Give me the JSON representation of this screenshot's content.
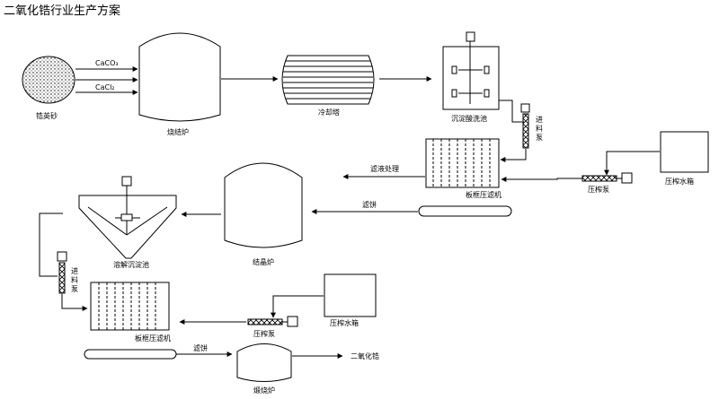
{
  "title": "二氧化锆行业生产方案",
  "labels": {
    "zircon_sand": "锆英砂",
    "caco3": "CaCO₃",
    "cacl2": "CaCl₂",
    "furnace": "烧结炉",
    "cooling_tower": "冷却塔",
    "acid_wash_tank": "沉淀酸洗池",
    "filter_press_1": "板框压滤机",
    "filtrate_treatment": "滤液处理",
    "filter_cake_1": "滤饼",
    "crystallizer": "结晶炉",
    "dissolve_settle_tank": "溶解沉淀池",
    "feed_pump_1": "进料泵",
    "feed_pump_2": "进料泵",
    "press_pump_1": "压榨泵",
    "press_water_tank_1": "压榨水箱",
    "filter_press_2": "板框压滤机",
    "press_pump_2": "压榨泵",
    "press_water_tank_2": "压榨水箱",
    "filter_cake_2": "滤饼",
    "calciner": "煅烧炉",
    "product": "二氧化锆"
  }
}
